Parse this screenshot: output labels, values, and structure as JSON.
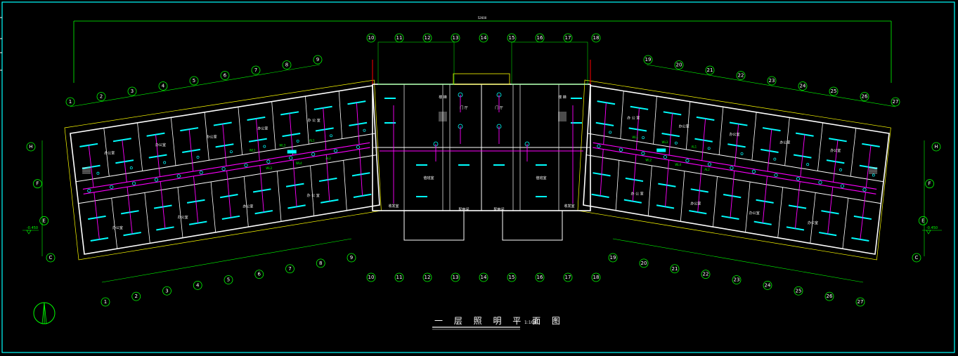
{
  "drawing": {
    "title": "一 层 照 明 平 面 图",
    "scale": "1:100",
    "overall_dimension": "52600",
    "elevation_left": "-0.450",
    "elevation_right": "-0.450"
  },
  "axes": {
    "top_left": [
      "1",
      "2",
      "3",
      "4",
      "5",
      "6",
      "7",
      "8",
      "9"
    ],
    "top_middle": [
      "10",
      "11",
      "12",
      "13",
      "14",
      "15",
      "16",
      "17",
      "18"
    ],
    "top_right": [
      "19",
      "20",
      "21",
      "22",
      "23",
      "24",
      "25",
      "26",
      "27"
    ],
    "bottom_left": [
      "1",
      "2",
      "3",
      "4",
      "5",
      "6",
      "7",
      "8",
      "9"
    ],
    "bottom_middle": [
      "10",
      "11",
      "12",
      "13",
      "14",
      "15",
      "16",
      "17",
      "18"
    ],
    "bottom_right": [
      "19",
      "20",
      "21",
      "22",
      "23",
      "24",
      "25",
      "26",
      "27"
    ],
    "left_rows": [
      "H",
      "F",
      "E",
      "C"
    ],
    "right_rows": [
      "H",
      "F",
      "E",
      "C"
    ]
  },
  "rooms": {
    "left_top": [
      "办公室",
      "办公室",
      "办公室",
      "办公室",
      "办 公 室"
    ],
    "left_bottom": [
      "办公室",
      "办公室",
      "办公室",
      "办 公 室"
    ],
    "center": [
      "楼 梯",
      "楼 梯",
      "门 厅",
      "门 厅",
      "收发室",
      "收发室",
      "值班室",
      "值班室",
      "配电间",
      "配电间"
    ],
    "right_top": [
      "办 公 室",
      "办公室",
      "办公室",
      "办公室",
      "办公室"
    ],
    "right_bottom": [
      "办 公 室",
      "办公室",
      "办公室",
      "办公室"
    ]
  },
  "circuits": [
    "WL1",
    "WL2",
    "WL3",
    "WL4",
    "AL1",
    "AL2",
    "WL1",
    "WL2",
    "WL3",
    "WL4",
    "AL1",
    "AL2"
  ],
  "colors": {
    "background": "#000000",
    "frame": "#00ffff",
    "wall": "#ffffff",
    "wiring": "#ff00ff",
    "fixture": "#00ffff",
    "dimension": "#00ff00",
    "outline": "#ffff00",
    "edge_marker": "#ff0000"
  }
}
